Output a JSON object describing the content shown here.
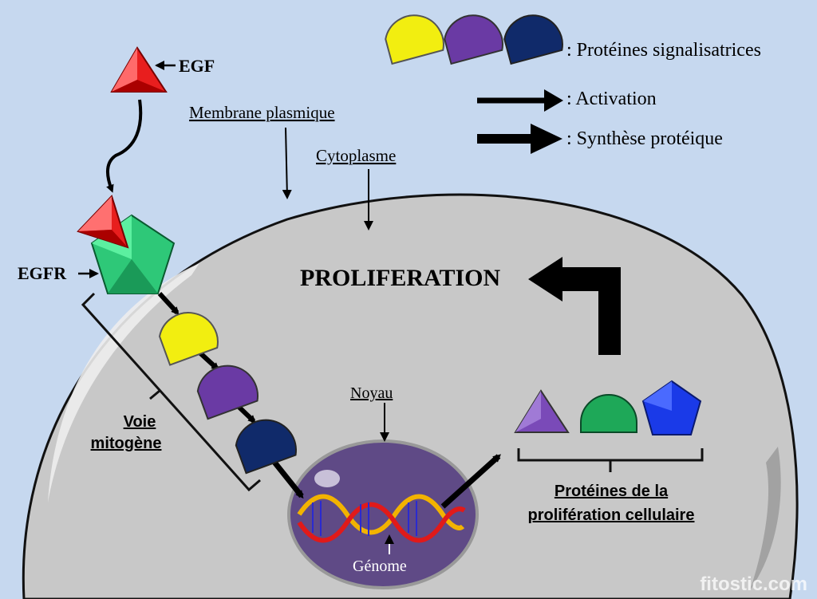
{
  "legend": {
    "signal_proteins_label": ": Protéines signalisatrices",
    "activation_label": ": Activation",
    "synthesis_label": ": Synthèse protéique"
  },
  "labels": {
    "egf": "EGF",
    "egfr": "EGFR",
    "membrane": "Membrane plasmique",
    "cytoplasm": "Cytoplasme",
    "proliferation": "PROLIFERATION",
    "nucleus": "Noyau",
    "genome": "Génome",
    "pathway_line1": "Voie",
    "pathway_line2": "mitogène",
    "proteins_line1": "Protéines de la",
    "proteins_line2": "prolifération cellulaire",
    "watermark": "fitostic.com"
  },
  "colors": {
    "background": "#c6d8ef",
    "cell": "#c8c8c8",
    "nucleus": "#5f4a86",
    "egf_red": "#e81e1e",
    "egfr_green": "#2ec878",
    "yellow_protein": "#f2ee10",
    "purple_protein": "#6a3aa4",
    "navy_protein": "#102a6a",
    "blue_pentagon": "#1a3ae8"
  }
}
